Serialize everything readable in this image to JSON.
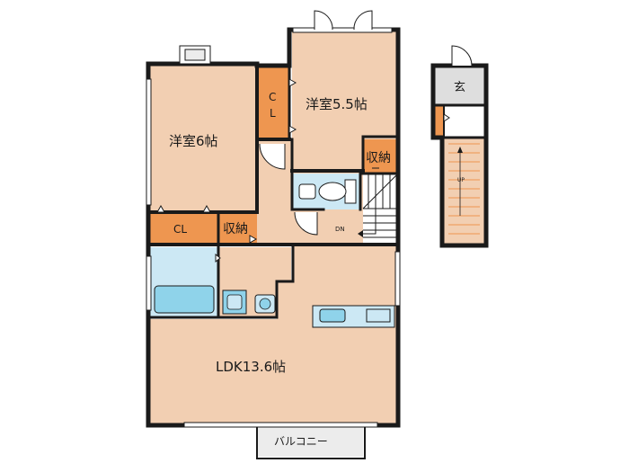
{
  "rooms": {
    "western6": "洋室6帖",
    "western55": "洋室5.5帖",
    "ldk": "LDK13.6帖",
    "cl_left": "CL",
    "cl_upper_c": "C",
    "cl_upper_l": "L",
    "storage_left": "収納",
    "storage_right": "収納",
    "entrance": "玄",
    "balcony": "バルコニー"
  },
  "stairs": {
    "down": "DN",
    "up": "UP"
  },
  "colors": {
    "room": "#f2cfb2",
    "closet": "#ee9650",
    "wet": "#cce8f4",
    "fixture": "#8fd3ea",
    "entry": "#dedede",
    "balcony": "#ececec",
    "wall": "#1a1a1a"
  }
}
